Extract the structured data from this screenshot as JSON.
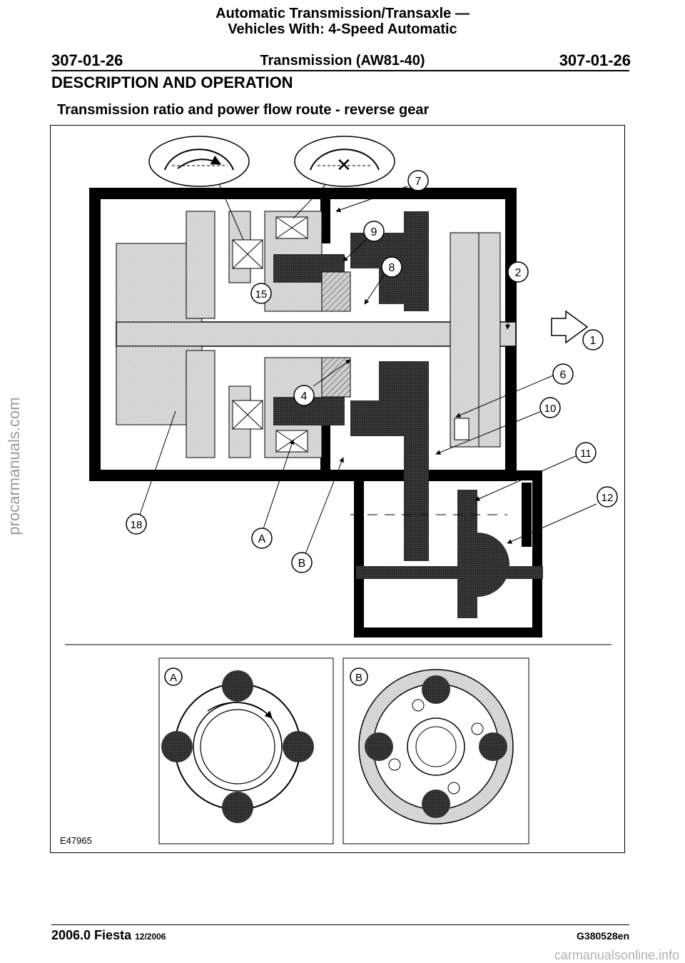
{
  "header": {
    "title_line1": "Automatic Transmission/Transaxle —",
    "title_line2": "Vehicles With: 4-Speed Automatic",
    "title_line3": "Transmission (AW81-40)",
    "page_left": "307-01-26",
    "page_right": "307-01-26"
  },
  "section_heading": "DESCRIPTION AND OPERATION",
  "caption": "Transmission ratio and power flow route - reverse gear",
  "figure": {
    "callouts": [
      "7",
      "9",
      "8",
      "2",
      "15",
      "1",
      "6",
      "4",
      "10",
      "11",
      "12",
      "18",
      "A",
      "B"
    ],
    "inset_labels": [
      "A",
      "B"
    ],
    "figure_id": "E47965"
  },
  "footer": {
    "model": "2006.0 Fiesta",
    "date": "12/2006",
    "code": "G380528en"
  },
  "watermarks": {
    "side": "procarmanuals.com",
    "bottom": "carmanualsonline.info"
  }
}
